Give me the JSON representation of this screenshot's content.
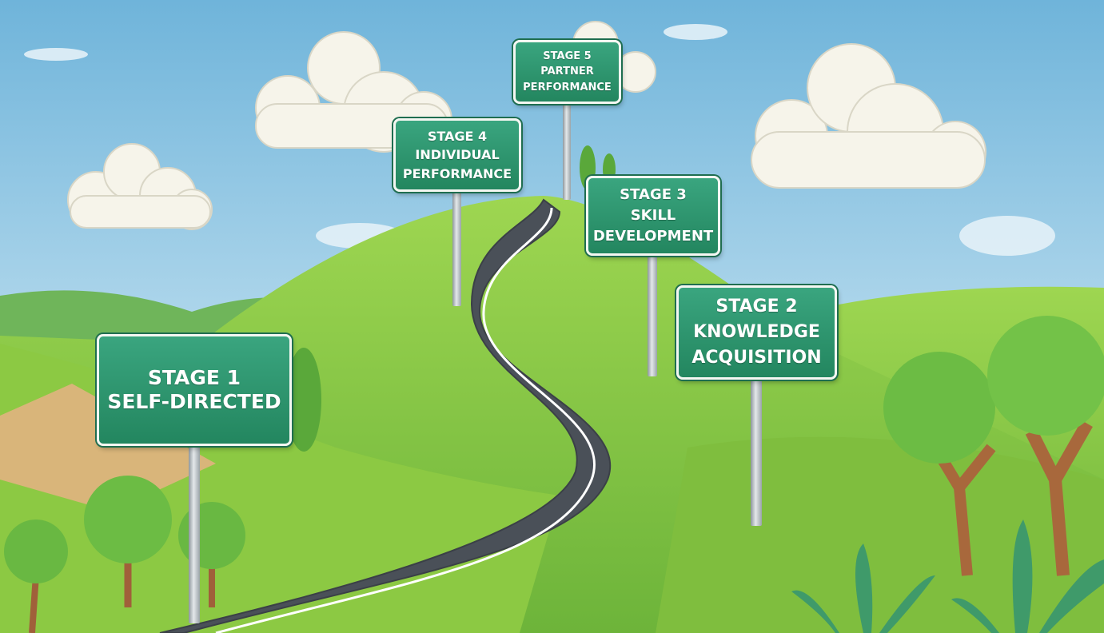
{
  "signs": [
    {
      "stage": "STAGE 1",
      "name": "SELF-DIRECTED"
    },
    {
      "stage": "STAGE 2",
      "name": "KNOWLEDGE ACQUISITION",
      "line1": "KNOWLEDGE",
      "line2": "ACQUISITION"
    },
    {
      "stage": "STAGE 3",
      "line1": "SKILL",
      "line2": "DEVELOPMENT"
    },
    {
      "stage": "STAGE 4",
      "line1": "INDIVIDUAL",
      "line2": "PERFORMANCE"
    },
    {
      "stage": "STAGE 5",
      "line1": "PARTNER",
      "line2": "PERFORMANCE"
    }
  ],
  "colors": {
    "sign": "#2e9a72",
    "sky_top": "#6fb3d9",
    "hill": "#8fce4a",
    "road": "#4a5058"
  }
}
